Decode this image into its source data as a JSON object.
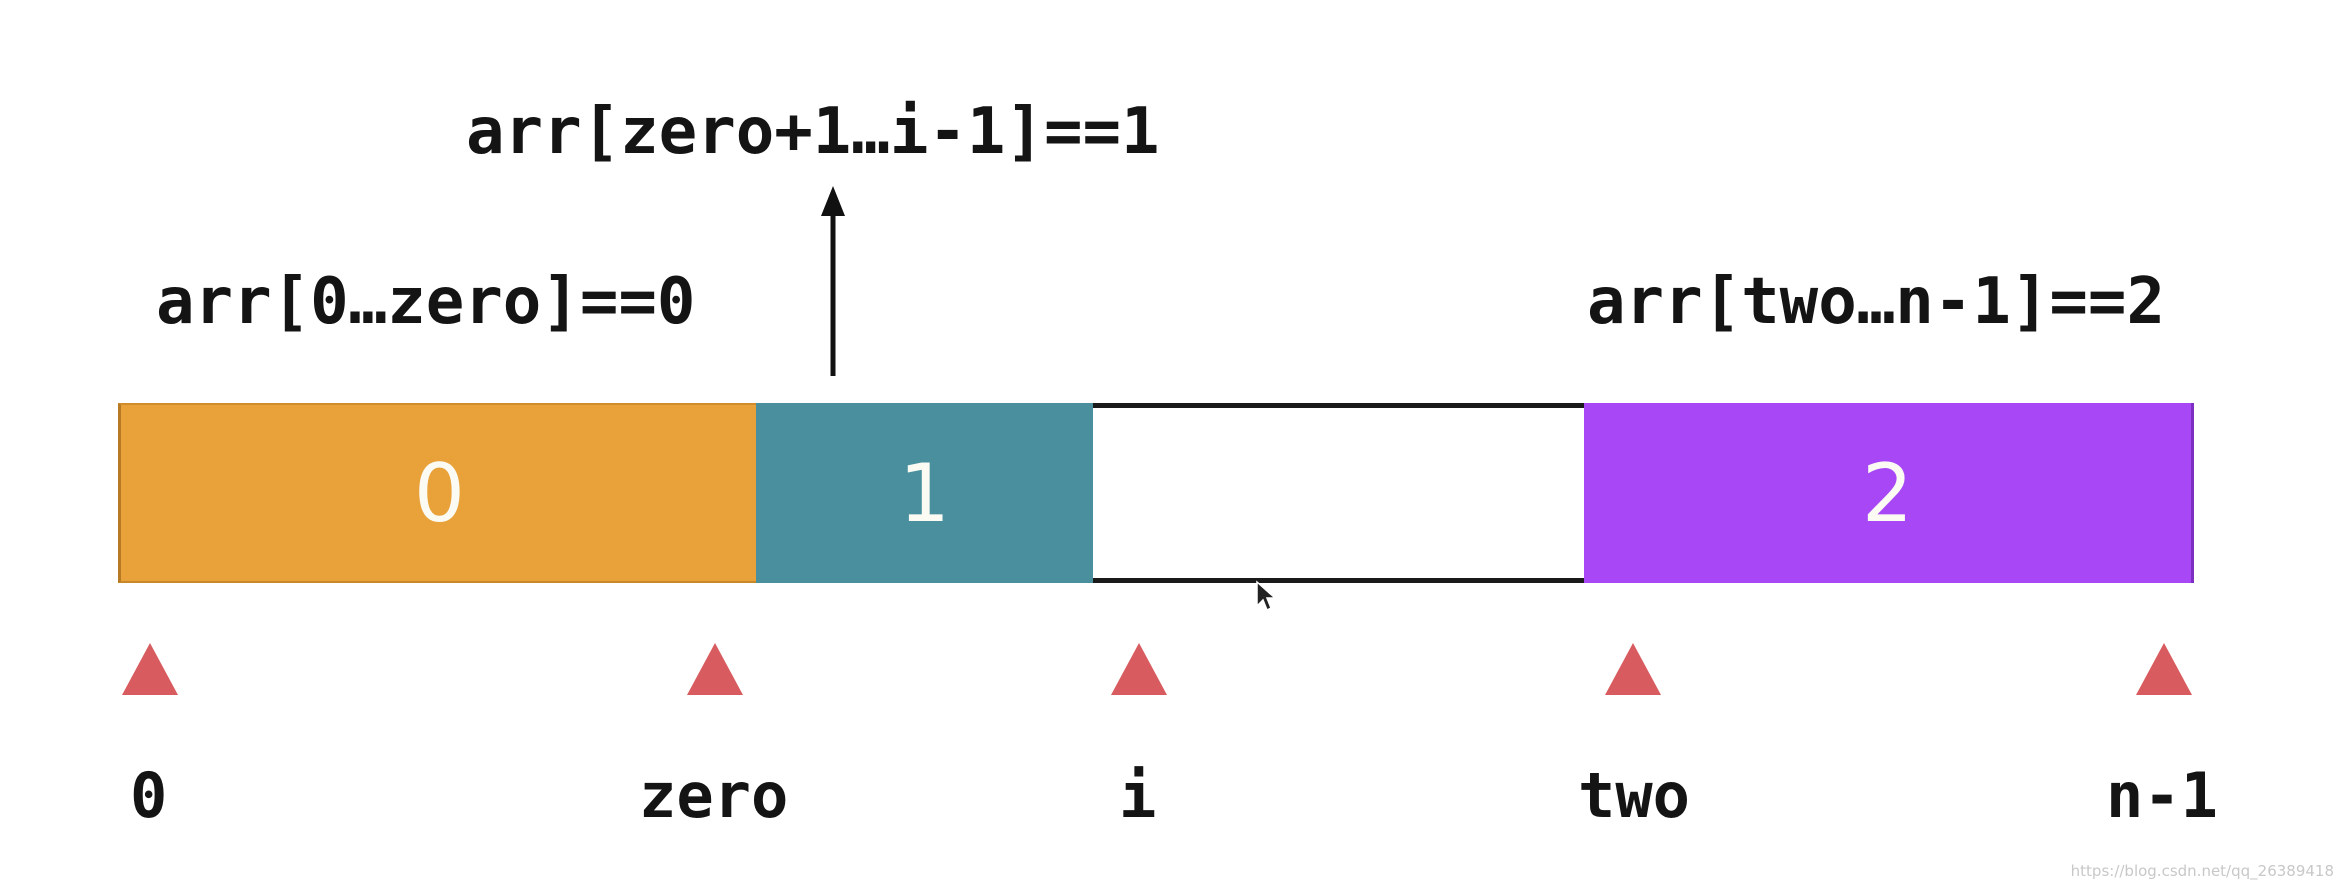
{
  "annotations": {
    "left_region": "arr[0…zero]==0",
    "middle_region": "arr[zero+1…i-1]==1",
    "right_region": "arr[two…n-1]==2"
  },
  "segments": [
    {
      "label": "0",
      "color": "#e9a23a"
    },
    {
      "label": "1",
      "color": "#498f9e"
    },
    {
      "label": "",
      "color": "#ffffff"
    },
    {
      "label": "2",
      "color": "#a847f5"
    }
  ],
  "indices": [
    "0",
    "zero",
    "i",
    "two",
    "n-1"
  ],
  "marker_color": "#d85c5f",
  "watermark": "https://blog.csdn.net/qq_26389418"
}
